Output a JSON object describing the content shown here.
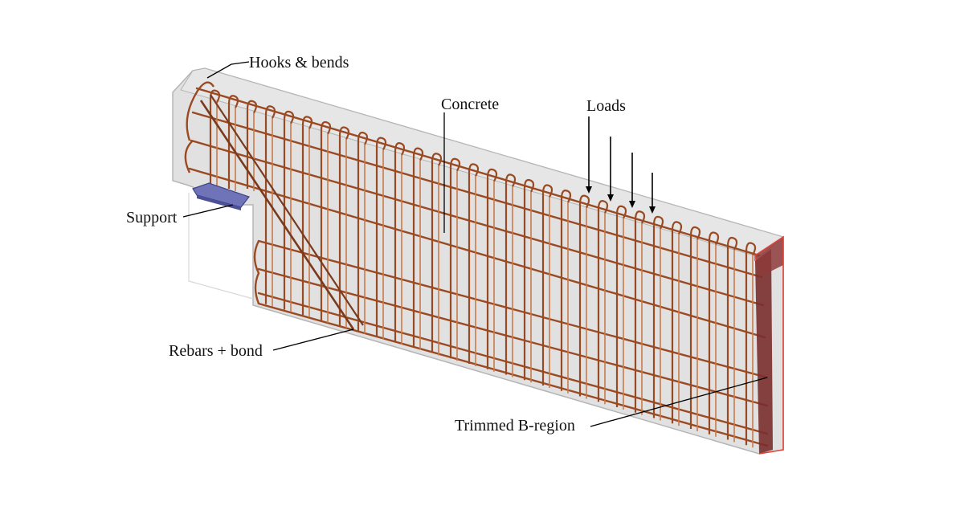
{
  "labels": {
    "hooks": "Hooks & bends",
    "concrete": "Concrete",
    "loads": "Loads",
    "support": "Support",
    "rebars": "Rebars + bond",
    "trimmed": "Trimmed B-region"
  },
  "colors": {
    "concrete_fill": "#dcdcdc",
    "concrete_edge": "#b5b5b5",
    "rebar": "#9a4a22",
    "rebar_light": "#c97a4a",
    "support_plate": "#6f74b8",
    "cut_face": "#7a2e2e",
    "cut_edge": "#e0453a",
    "leader": "#000000"
  }
}
